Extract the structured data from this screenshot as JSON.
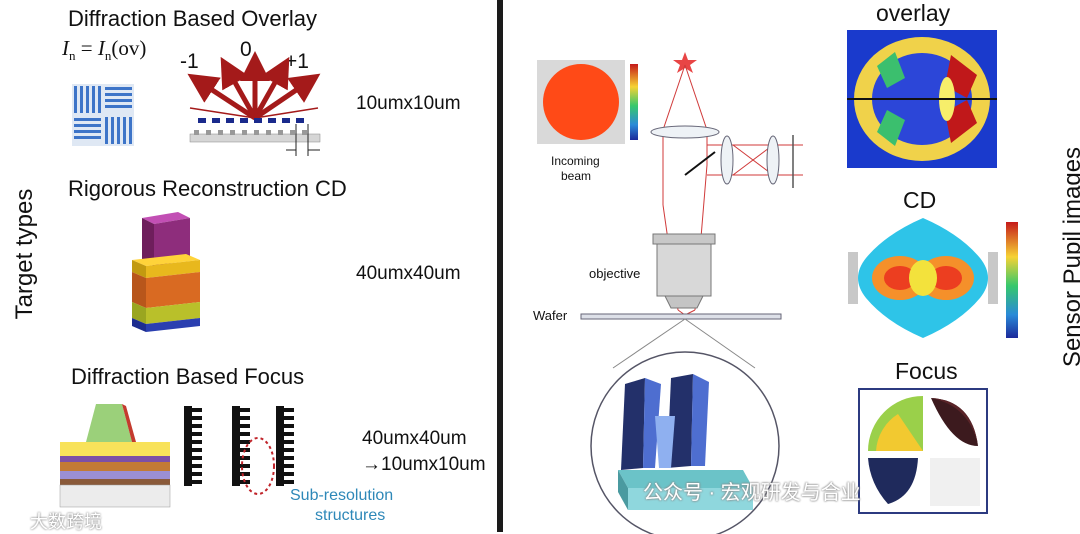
{
  "left": {
    "axis_label": "Target types",
    "sections": [
      {
        "title": "Diffraction Based Overlay",
        "formula_lhs": "I",
        "formula_lhs_sub": "n",
        "formula_eq": "=",
        "formula_rhs": "I",
        "formula_rhs_sub": "n",
        "formula_arg": "(ov)",
        "size": "10umx10um",
        "orders": [
          "-1",
          "0",
          "+1"
        ]
      },
      {
        "title": "Rigorous Reconstruction CD",
        "size": "40umx40um"
      },
      {
        "title": "Diffraction Based Focus",
        "size_line1": "40umx40um",
        "size_line2": "→10umx10um",
        "annotation": "Sub-resolution structures",
        "annotation_line1": "Sub-resolution",
        "annotation_line2": "structures"
      }
    ]
  },
  "right": {
    "incoming_line1": "Incoming",
    "incoming_line2": "beam",
    "objective": "objective",
    "wafer": "Wafer",
    "axis_label": "Sensor Pupil images",
    "pupils": [
      {
        "title": "overlay"
      },
      {
        "title": "CD"
      },
      {
        "title": "Focus"
      }
    ]
  },
  "watermark": {
    "left": "大数跨境",
    "right": "公众号 · 宏观研发与合业"
  },
  "colors": {
    "red": "#b52020",
    "blue": "#1a2a8c",
    "accent_blue": "#2e88b8"
  }
}
